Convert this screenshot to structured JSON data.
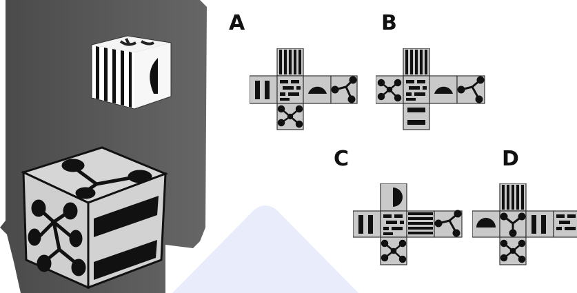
{
  "options": [
    {
      "letter": "A"
    },
    {
      "letter": "B"
    },
    {
      "letter": "C"
    },
    {
      "letter": "D"
    }
  ],
  "colors": {
    "backdrop": "#555555",
    "face_fill": "#c8c8c8",
    "ink": "#111111",
    "watermark": "#e8ecfb"
  },
  "patterns": [
    "vertical-stripes",
    "two-bars",
    "brick-dashes",
    "half-disc",
    "triangle-nodes",
    "star-nodes",
    "horizontal-stripes",
    "two-horizontal-bars"
  ]
}
